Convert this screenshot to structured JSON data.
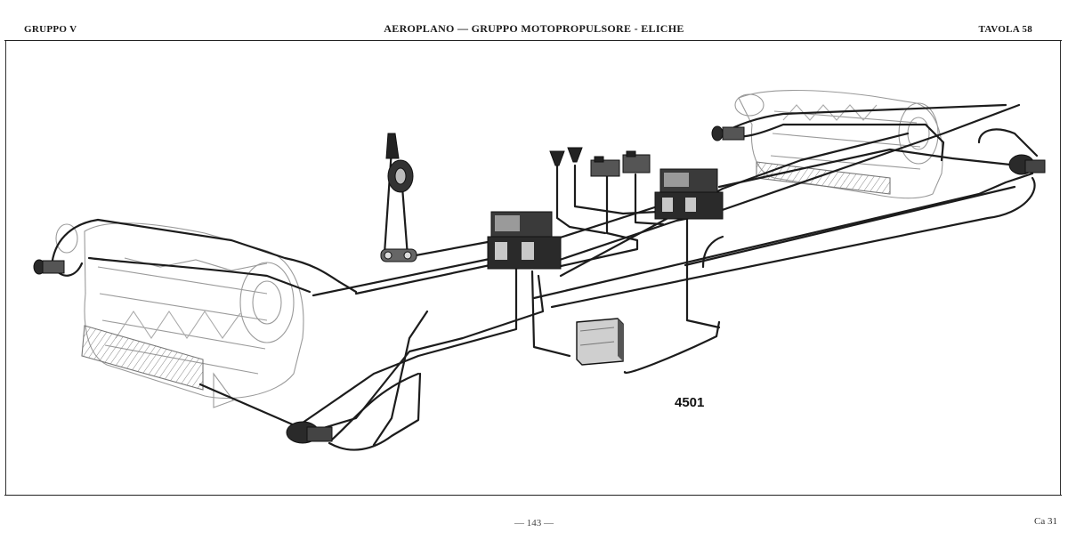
{
  "header": {
    "left": "GRUPPO V",
    "center": "AEROPLANO — GRUPPO MOTOPROPULSORE - ELICHE",
    "right": "TAVOLA 58"
  },
  "figure": {
    "number": "4501"
  },
  "footer": {
    "page_number": "— 143 —",
    "sheet_code": "Ca 31"
  }
}
